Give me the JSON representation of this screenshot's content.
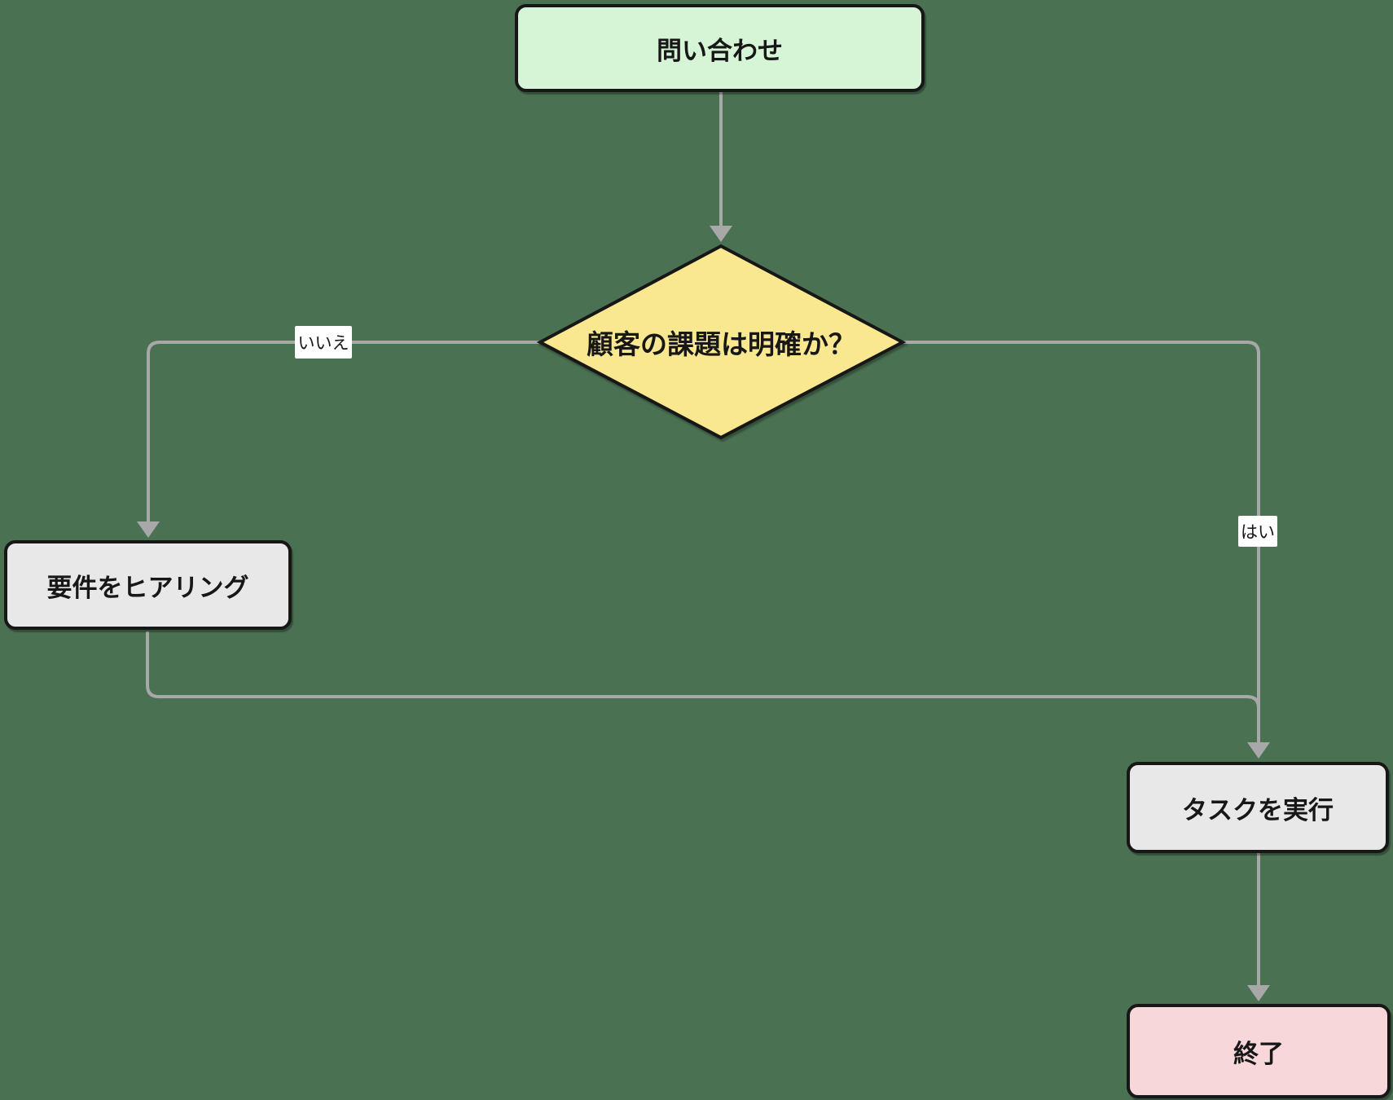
{
  "diagram": {
    "type": "flowchart",
    "direction": "top-down",
    "nodes": [
      {
        "id": "inquiry",
        "shape": "rounded-rect",
        "label": "問い合わせ",
        "fill": "#d6f5d6"
      },
      {
        "id": "decision",
        "shape": "diamond",
        "label": "顧客の課題は明確か？",
        "fill": "#f9e88f"
      },
      {
        "id": "hearing",
        "shape": "rounded-rect",
        "label": "要件をヒアリング",
        "fill": "#e8e8e8"
      },
      {
        "id": "task",
        "shape": "rounded-rect",
        "label": "タスクを実行",
        "fill": "#e8e8e8"
      },
      {
        "id": "end",
        "shape": "rounded-rect",
        "label": "終了",
        "fill": "#f8d7da"
      }
    ],
    "edges": [
      {
        "from": "inquiry",
        "to": "decision",
        "label": ""
      },
      {
        "from": "decision",
        "to": "hearing",
        "label": "いいえ"
      },
      {
        "from": "decision",
        "to": "task",
        "label": "はい"
      },
      {
        "from": "hearing",
        "to": "task",
        "label": ""
      },
      {
        "from": "task",
        "to": "end",
        "label": ""
      }
    ],
    "colors": {
      "background": "#4a7152",
      "node_border": "#171717",
      "edge": "#a8a8a8",
      "label_bg": "#ffffff",
      "text": "#171717",
      "node_green": "#d6f5d6",
      "node_yellow": "#f9e88f",
      "node_gray": "#e8e8e8",
      "node_pink": "#f8d7da"
    }
  }
}
